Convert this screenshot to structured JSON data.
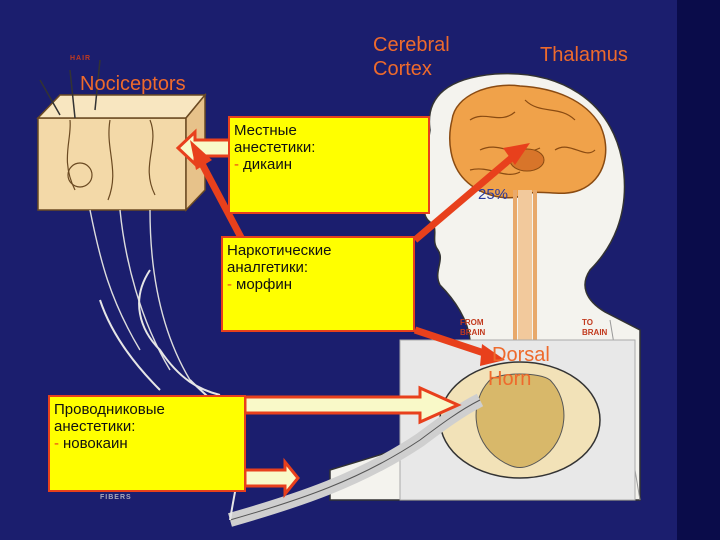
{
  "labels": {
    "hair": "HAIR",
    "nociceptors": "Nociceptors",
    "cerebral_cortex_line1": "Cerebral",
    "cerebral_cortex_line2": "Cortex",
    "thalamus": "Thalamus",
    "percent": "25%",
    "from_brain_line1": "FROM",
    "from_brain_line2": "BRAIN",
    "to_brain_line1": "TO",
    "to_brain_line2": "BRAIN",
    "dorsal_horn_line1": "Dorsal",
    "dorsal_horn_line2": "Horn",
    "fibers": "FIBERS"
  },
  "boxes": {
    "local": {
      "line1": "Местные",
      "line2": "анестетики:",
      "item": "дикаин"
    },
    "narcotic": {
      "line1": "Наркотические",
      "line2": "аналгетики:",
      "item": "морфин"
    },
    "conduction": {
      "line1": "Проводниковые",
      "line2": "анестетики:",
      "item": "новокаин"
    }
  },
  "colors": {
    "background": "#1b1e6e",
    "box_fill": "#ffff00",
    "arrow_red": "#e8401c",
    "label_orange": "#ee6a2c"
  }
}
